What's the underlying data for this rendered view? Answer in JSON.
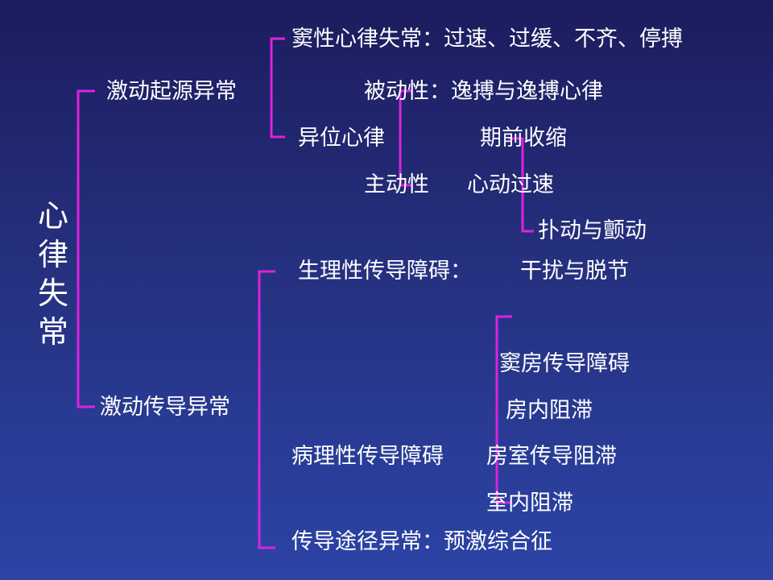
{
  "root": {
    "label": "心律失常"
  },
  "level1": {
    "origin": "激动起源异常",
    "conduction": "激动传导异常"
  },
  "origin": {
    "sinus": "窦性心律失常：过速、过缓、不齐、停搏",
    "ectopic": "异位心律",
    "passive": "被动性：逸搏与逸搏心律",
    "active": "主动性",
    "premature": "期前收缩",
    "tachy": "心动过速",
    "flutter": "扑动与颤动"
  },
  "conduction": {
    "physiologic": "生理性传导障碍：",
    "physiologic_detail": "干扰与脱节",
    "pathologic": "病理性传导障碍",
    "sa_block": "窦房传导障碍",
    "intra_atrial": "房内阻滞",
    "av_block": "房室传导阻滞",
    "intraventricular": "室内阻滞",
    "pathway": "传导途径异常：预激综合征"
  },
  "colors": {
    "background_top": "#1c1c5e",
    "background_bottom": "#2c44a6",
    "bracket": "#e020e0",
    "text": "#ffffff"
  }
}
